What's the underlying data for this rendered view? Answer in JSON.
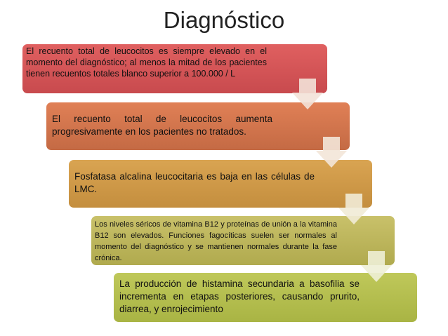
{
  "title": "Diagnóstico",
  "steps": [
    "El recuento total de leucocitos es siempre elevado en el momento del diagnóstico; al menos la mitad de los pacientes tienen recuentos totales blanco superior a 100.000 / L",
    "El recuento total de leucocitos aumenta progresivamente en los pacientes no tratados.",
    "Fosfatasa alcalina leucocitaria es baja en las células de LMC.",
    "Los niveles séricos de vitamina B12 y proteínas de unión a la vitamina B12 son elevados. Funciones fagocíticas suelen ser normales al momento del diagnóstico y se mantienen normales durante la fase crónica.",
    "La producción de histamina secundaria a basofilia se incrementa en etapas posteriores, causando prurito, diarrea, y enrojecimiento"
  ],
  "colors": {
    "step1": "#d2544f",
    "step2": "#cc7048",
    "step3": "#c99544",
    "step4": "#bbb45a",
    "step5": "#b2bd4c",
    "arrow": "#f3e2d8"
  }
}
